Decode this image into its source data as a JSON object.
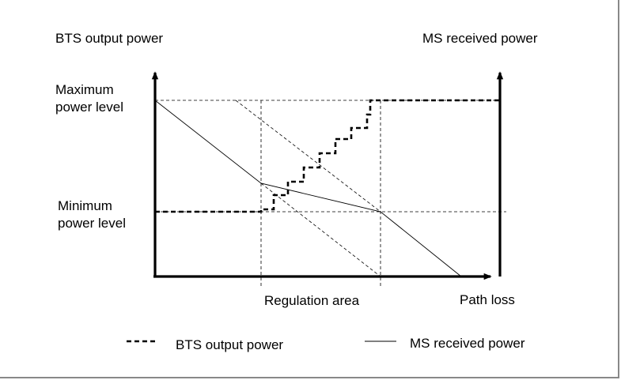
{
  "labels": {
    "left_axis": "BTS output power",
    "right_axis": "MS received power",
    "max_level": [
      "Maximum",
      "power level"
    ],
    "min_level": [
      "Minimum",
      "power level"
    ],
    "regulation_area": "Regulation area",
    "path_loss": "Path loss"
  },
  "legend": {
    "bts": "BTS  output power",
    "ms": "MS received power"
  },
  "colors": {
    "line": "#000000",
    "border": "#888888",
    "background": "#ffffff"
  }
}
